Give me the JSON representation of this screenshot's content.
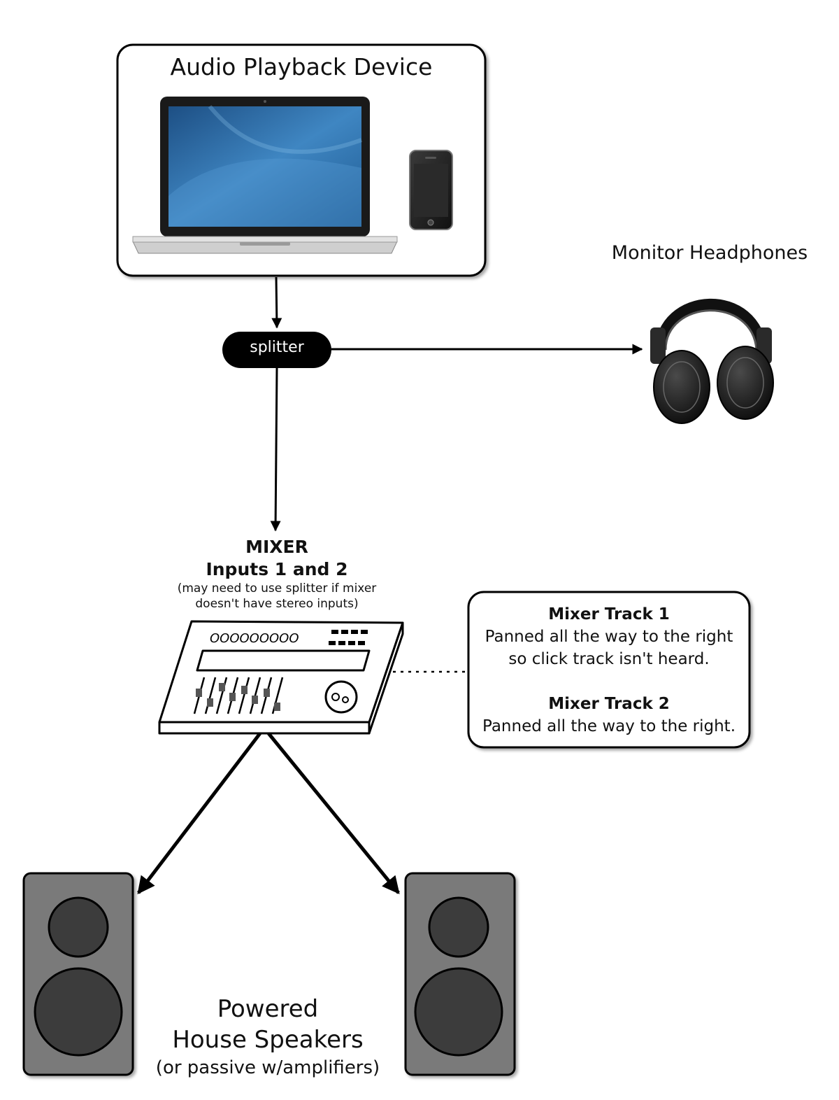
{
  "device": {
    "title": "Audio Playback Device"
  },
  "splitter": {
    "label": "splitter"
  },
  "headphones": {
    "label": "Monitor Headphones"
  },
  "mixer": {
    "title": "MIXER",
    "inputs": "Inputs 1 and 2",
    "note_line1": "(may need to use splitter if mixer",
    "note_line2": "doesn't have stereo inputs)"
  },
  "tracks_note": {
    "track1_heading": "Mixer Track 1",
    "track1_line1": "Panned all the way to the right",
    "track1_line2": "so click track isn't heard.",
    "track2_heading": "Mixer Track 2",
    "track2_line1": "Panned all the way to the right."
  },
  "speakers": {
    "title_line1": "Powered",
    "title_line2": "House Speakers",
    "subtitle": "(or passive w/amplifiers)"
  },
  "colors": {
    "line": "#000000",
    "speaker_body": "#7a7a7a",
    "speaker_cone": "#3c3c3c",
    "laptop_screen": "#2f6fa8",
    "splitter_fill": "#000000"
  },
  "icons": [
    "laptop-icon",
    "phone-icon",
    "headphones-icon",
    "mixer-icon",
    "speaker-icon"
  ]
}
